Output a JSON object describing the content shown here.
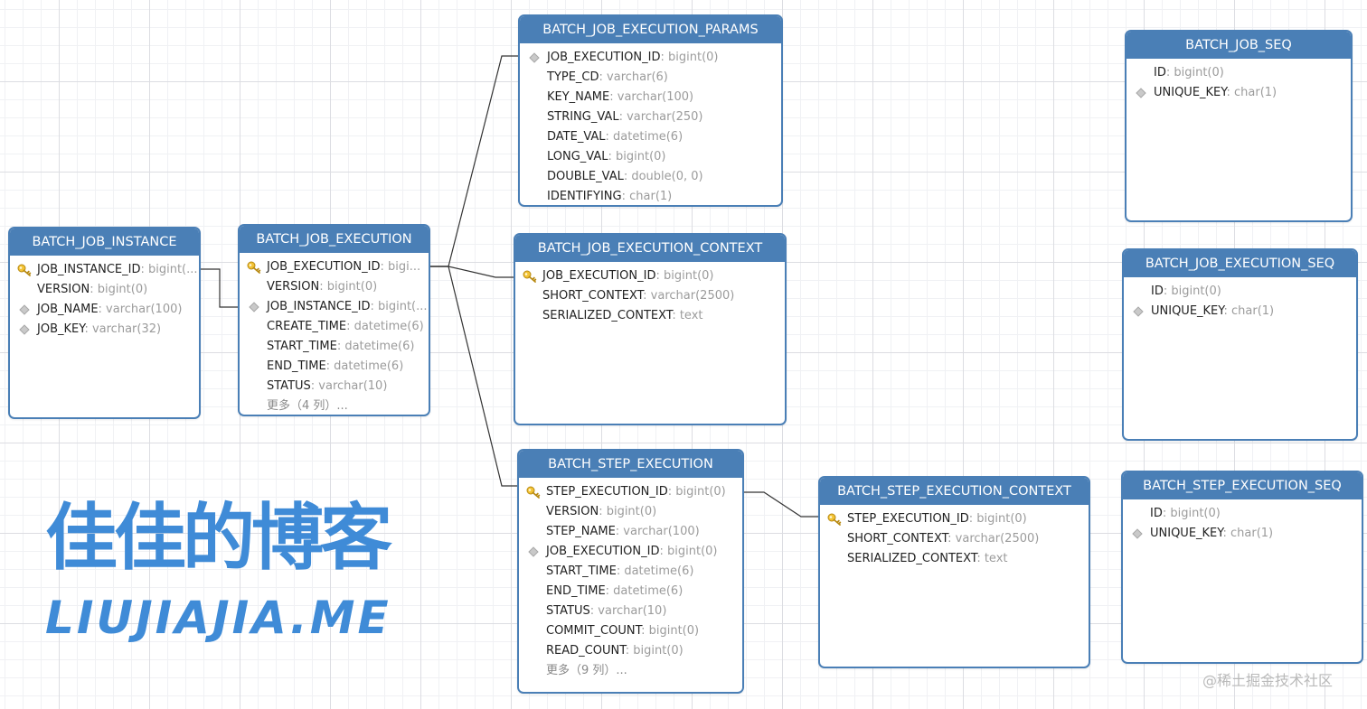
{
  "tables": {
    "batch_job_instance": {
      "title": "BATCH_JOB_INSTANCE",
      "columns": [
        {
          "name": "JOB_INSTANCE_ID",
          "type": ": bigint(...",
          "icon": "primary-key"
        },
        {
          "name": "VERSION",
          "type": ": bigint(0)",
          "icon": "none"
        },
        {
          "name": "JOB_NAME",
          "type": ": varchar(100)",
          "icon": "index"
        },
        {
          "name": "JOB_KEY",
          "type": ": varchar(32)",
          "icon": "index"
        }
      ]
    },
    "batch_job_execution": {
      "title": "BATCH_JOB_EXECUTION",
      "columns": [
        {
          "name": "JOB_EXECUTION_ID",
          "type": ": bigi...",
          "icon": "primary-key"
        },
        {
          "name": "VERSION",
          "type": ": bigint(0)",
          "icon": "none"
        },
        {
          "name": "JOB_INSTANCE_ID",
          "type": ": bigint(...",
          "icon": "index"
        },
        {
          "name": "CREATE_TIME",
          "type": ": datetime(6)",
          "icon": "none"
        },
        {
          "name": "START_TIME",
          "type": ": datetime(6)",
          "icon": "none"
        },
        {
          "name": "END_TIME",
          "type": ": datetime(6)",
          "icon": "none"
        },
        {
          "name": "STATUS",
          "type": ": varchar(10)",
          "icon": "none"
        }
      ],
      "more": "更多（4 列）..."
    },
    "batch_job_execution_params": {
      "title": "BATCH_JOB_EXECUTION_PARAMS",
      "columns": [
        {
          "name": "JOB_EXECUTION_ID",
          "type": ": bigint(0)",
          "icon": "index"
        },
        {
          "name": "TYPE_CD",
          "type": ": varchar(6)",
          "icon": "none"
        },
        {
          "name": "KEY_NAME",
          "type": ": varchar(100)",
          "icon": "none"
        },
        {
          "name": "STRING_VAL",
          "type": ": varchar(250)",
          "icon": "none"
        },
        {
          "name": "DATE_VAL",
          "type": ": datetime(6)",
          "icon": "none"
        },
        {
          "name": "LONG_VAL",
          "type": ": bigint(0)",
          "icon": "none"
        },
        {
          "name": "DOUBLE_VAL",
          "type": ": double(0, 0)",
          "icon": "none"
        },
        {
          "name": "IDENTIFYING",
          "type": ": char(1)",
          "icon": "none"
        }
      ]
    },
    "batch_job_execution_context": {
      "title": "BATCH_JOB_EXECUTION_CONTEXT",
      "columns": [
        {
          "name": "JOB_EXECUTION_ID",
          "type": ": bigint(0)",
          "icon": "primary-key"
        },
        {
          "name": "SHORT_CONTEXT",
          "type": ": varchar(2500)",
          "icon": "none"
        },
        {
          "name": "SERIALIZED_CONTEXT",
          "type": ": text",
          "icon": "none"
        }
      ]
    },
    "batch_step_execution": {
      "title": "BATCH_STEP_EXECUTION",
      "columns": [
        {
          "name": "STEP_EXECUTION_ID",
          "type": ": bigint(0)",
          "icon": "primary-key"
        },
        {
          "name": "VERSION",
          "type": ": bigint(0)",
          "icon": "none"
        },
        {
          "name": "STEP_NAME",
          "type": ": varchar(100)",
          "icon": "none"
        },
        {
          "name": "JOB_EXECUTION_ID",
          "type": ": bigint(0)",
          "icon": "index"
        },
        {
          "name": "START_TIME",
          "type": ": datetime(6)",
          "icon": "none"
        },
        {
          "name": "END_TIME",
          "type": ": datetime(6)",
          "icon": "none"
        },
        {
          "name": "STATUS",
          "type": ": varchar(10)",
          "icon": "none"
        },
        {
          "name": "COMMIT_COUNT",
          "type": ": bigint(0)",
          "icon": "none"
        },
        {
          "name": "READ_COUNT",
          "type": ": bigint(0)",
          "icon": "none"
        }
      ],
      "more": "更多（9 列）..."
    },
    "batch_step_execution_context": {
      "title": "BATCH_STEP_EXECUTION_CONTEXT",
      "columns": [
        {
          "name": "STEP_EXECUTION_ID",
          "type": ": bigint(0)",
          "icon": "primary-key"
        },
        {
          "name": "SHORT_CONTEXT",
          "type": ": varchar(2500)",
          "icon": "none"
        },
        {
          "name": "SERIALIZED_CONTEXT",
          "type": ": text",
          "icon": "none"
        }
      ]
    },
    "batch_job_seq": {
      "title": "BATCH_JOB_SEQ",
      "columns": [
        {
          "name": "ID",
          "type": ": bigint(0)",
          "icon": "none"
        },
        {
          "name": "UNIQUE_KEY",
          "type": ": char(1)",
          "icon": "index"
        }
      ]
    },
    "batch_job_execution_seq": {
      "title": "BATCH_JOB_EXECUTION_SEQ",
      "columns": [
        {
          "name": "ID",
          "type": ": bigint(0)",
          "icon": "none"
        },
        {
          "name": "UNIQUE_KEY",
          "type": ": char(1)",
          "icon": "index"
        }
      ]
    },
    "batch_step_execution_seq": {
      "title": "BATCH_STEP_EXECUTION_SEQ",
      "columns": [
        {
          "name": "ID",
          "type": ": bigint(0)",
          "icon": "none"
        },
        {
          "name": "UNIQUE_KEY",
          "type": ": char(1)",
          "icon": "index"
        }
      ]
    }
  },
  "watermark": {
    "cn": "佳佳的博客",
    "en": "LIUJIAJIA.ME"
  },
  "credit": "@稀土掘金技术社区",
  "colors": {
    "header": "#4a7fb6",
    "watermark": "#3f8bd7",
    "type_text": "#9b9b9b"
  }
}
